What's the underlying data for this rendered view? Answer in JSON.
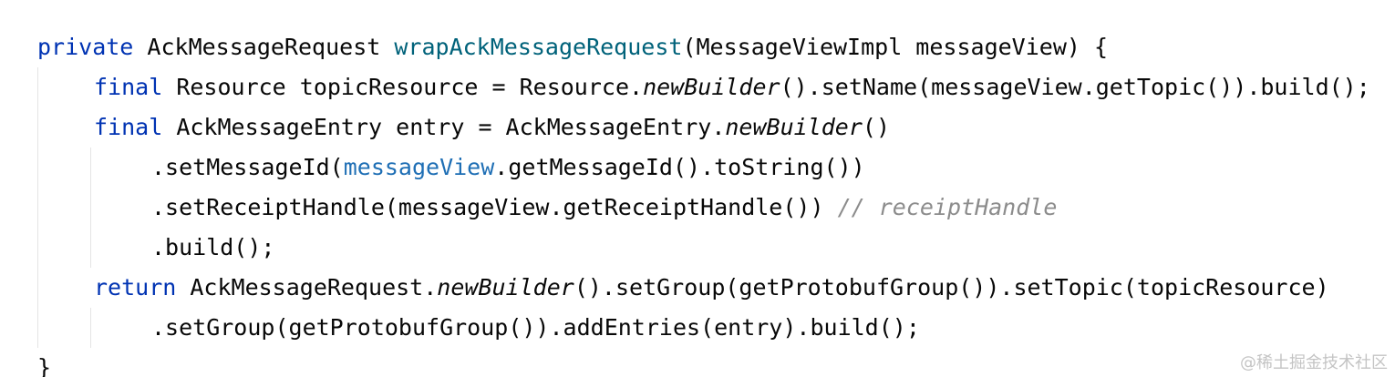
{
  "code": {
    "line1": {
      "modifier": "private",
      "return_type": "AckMessageRequest",
      "method_name": "wrapAckMessageRequest",
      "params": "(MessageViewImpl messageView) {"
    },
    "line2": {
      "keyword": "final",
      "decl": " Resource topicResource = Resource.",
      "call_italic": "newBuilder",
      "rest": "().setName(messageView.getTopic()).build();"
    },
    "line3": {
      "keyword": "final",
      "decl": " AckMessageEntry entry = AckMessageEntry.",
      "call_italic": "newBuilder",
      "rest": "()"
    },
    "line4": {
      "prefix": ".setMessageId(",
      "field": "messageView",
      "suffix": ".getMessageId().toString())"
    },
    "line5": {
      "text": ".setReceiptHandle(messageView.getReceiptHandle())",
      "comment": " // receiptHandle"
    },
    "line6": {
      "text": ".build();"
    },
    "line7": {
      "keyword": "return",
      "decl": " AckMessageRequest.",
      "call_italic": "newBuilder",
      "rest": "().setGroup(getProtobufGroup()).setTopic(topicResource)"
    },
    "line8": {
      "text": ".setGroup(getProtobufGroup()).addEntries(entry).build();"
    },
    "line9": {
      "text": "}"
    }
  },
  "watermark": "@稀土掘金技术社区",
  "colors": {
    "keyword": "#0033b3",
    "method_declaration": "#00627a",
    "field": "#1f6fb5",
    "comment": "#8c8c8c",
    "indent_guide": "#e4e4e4"
  }
}
